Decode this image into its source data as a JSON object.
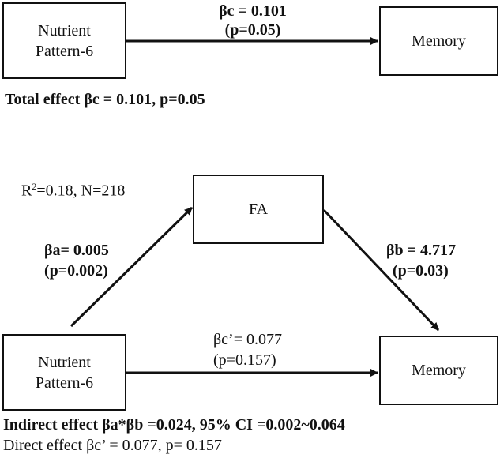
{
  "top_model": {
    "predictor_box": {
      "line1": "Nutrient",
      "line2": "Pattern-6"
    },
    "outcome_box": {
      "text": "Memory"
    },
    "path_c": {
      "coef": "βc = 0.101",
      "p": "(p=0.05)"
    },
    "total_effect": "Total effect βc = 0.101, p=0.05"
  },
  "bottom_model": {
    "fit_stats": {
      "r_prefix": "R",
      "r_sup": "2",
      "r_rest": "=0.18, N=218"
    },
    "mediator_box": {
      "text": "FA"
    },
    "predictor_box": {
      "line1": "Nutrient",
      "line2": "Pattern-6"
    },
    "outcome_box": {
      "text": "Memory"
    },
    "path_a": {
      "coef": "βa= 0.005",
      "p": "(p=0.002)"
    },
    "path_b": {
      "coef": "βb = 4.717",
      "p": "(p=0.03)"
    },
    "path_c_prime": {
      "coef": "βc’= 0.077",
      "p": "(p=0.157)"
    },
    "indirect_effect": "Indirect effect βa*βb =0.024, 95% CI =0.002~0.064",
    "direct_effect": "Direct effect βc’ = 0.077, p= 0.157"
  }
}
